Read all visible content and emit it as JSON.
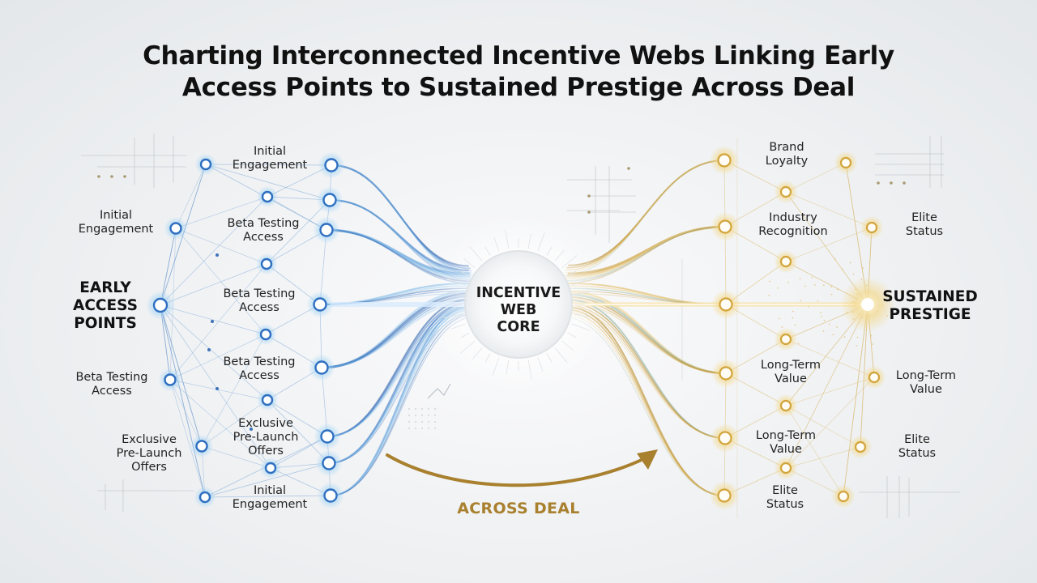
{
  "title": "Charting Interconnected Incentive Webs Linking Early\nAccess Points to Sustained Prestige Across Deal",
  "core": "INCENTIVE\nWEB\nCORE",
  "left_hub": "EARLY\nACCESS\nPOINTS",
  "right_hub": "SUSTAINED\nPRESTIGE",
  "across": "ACROSS DEAL",
  "left_labels": [
    "Initial\nEngagement",
    "Initial\nEngagement",
    "Beta Testing\nAccess",
    "Beta Testing\nAccess",
    "Beta Testing\nAccess",
    "Beta Testing\nAccess",
    "Exclusive\nPre-Launch\nOffers",
    "Exclusive\nPre-Launch\nOffers",
    "Initial\nEngagement"
  ],
  "right_labels": [
    "Brand\nLoyalty",
    "Industry\nRecognition",
    "Elite\nStatus",
    "Long-Term\nValue",
    "Long-Term\nValue",
    "Long-Term\nValue",
    "Elite\nStatus",
    "Elite\nStatus"
  ],
  "colors": {
    "blue": "#2f6fc0",
    "blue_light": "#6fb4e8",
    "gold": "#d2a43c",
    "gold_light": "#f0cf7a",
    "across": "#a8802e"
  }
}
